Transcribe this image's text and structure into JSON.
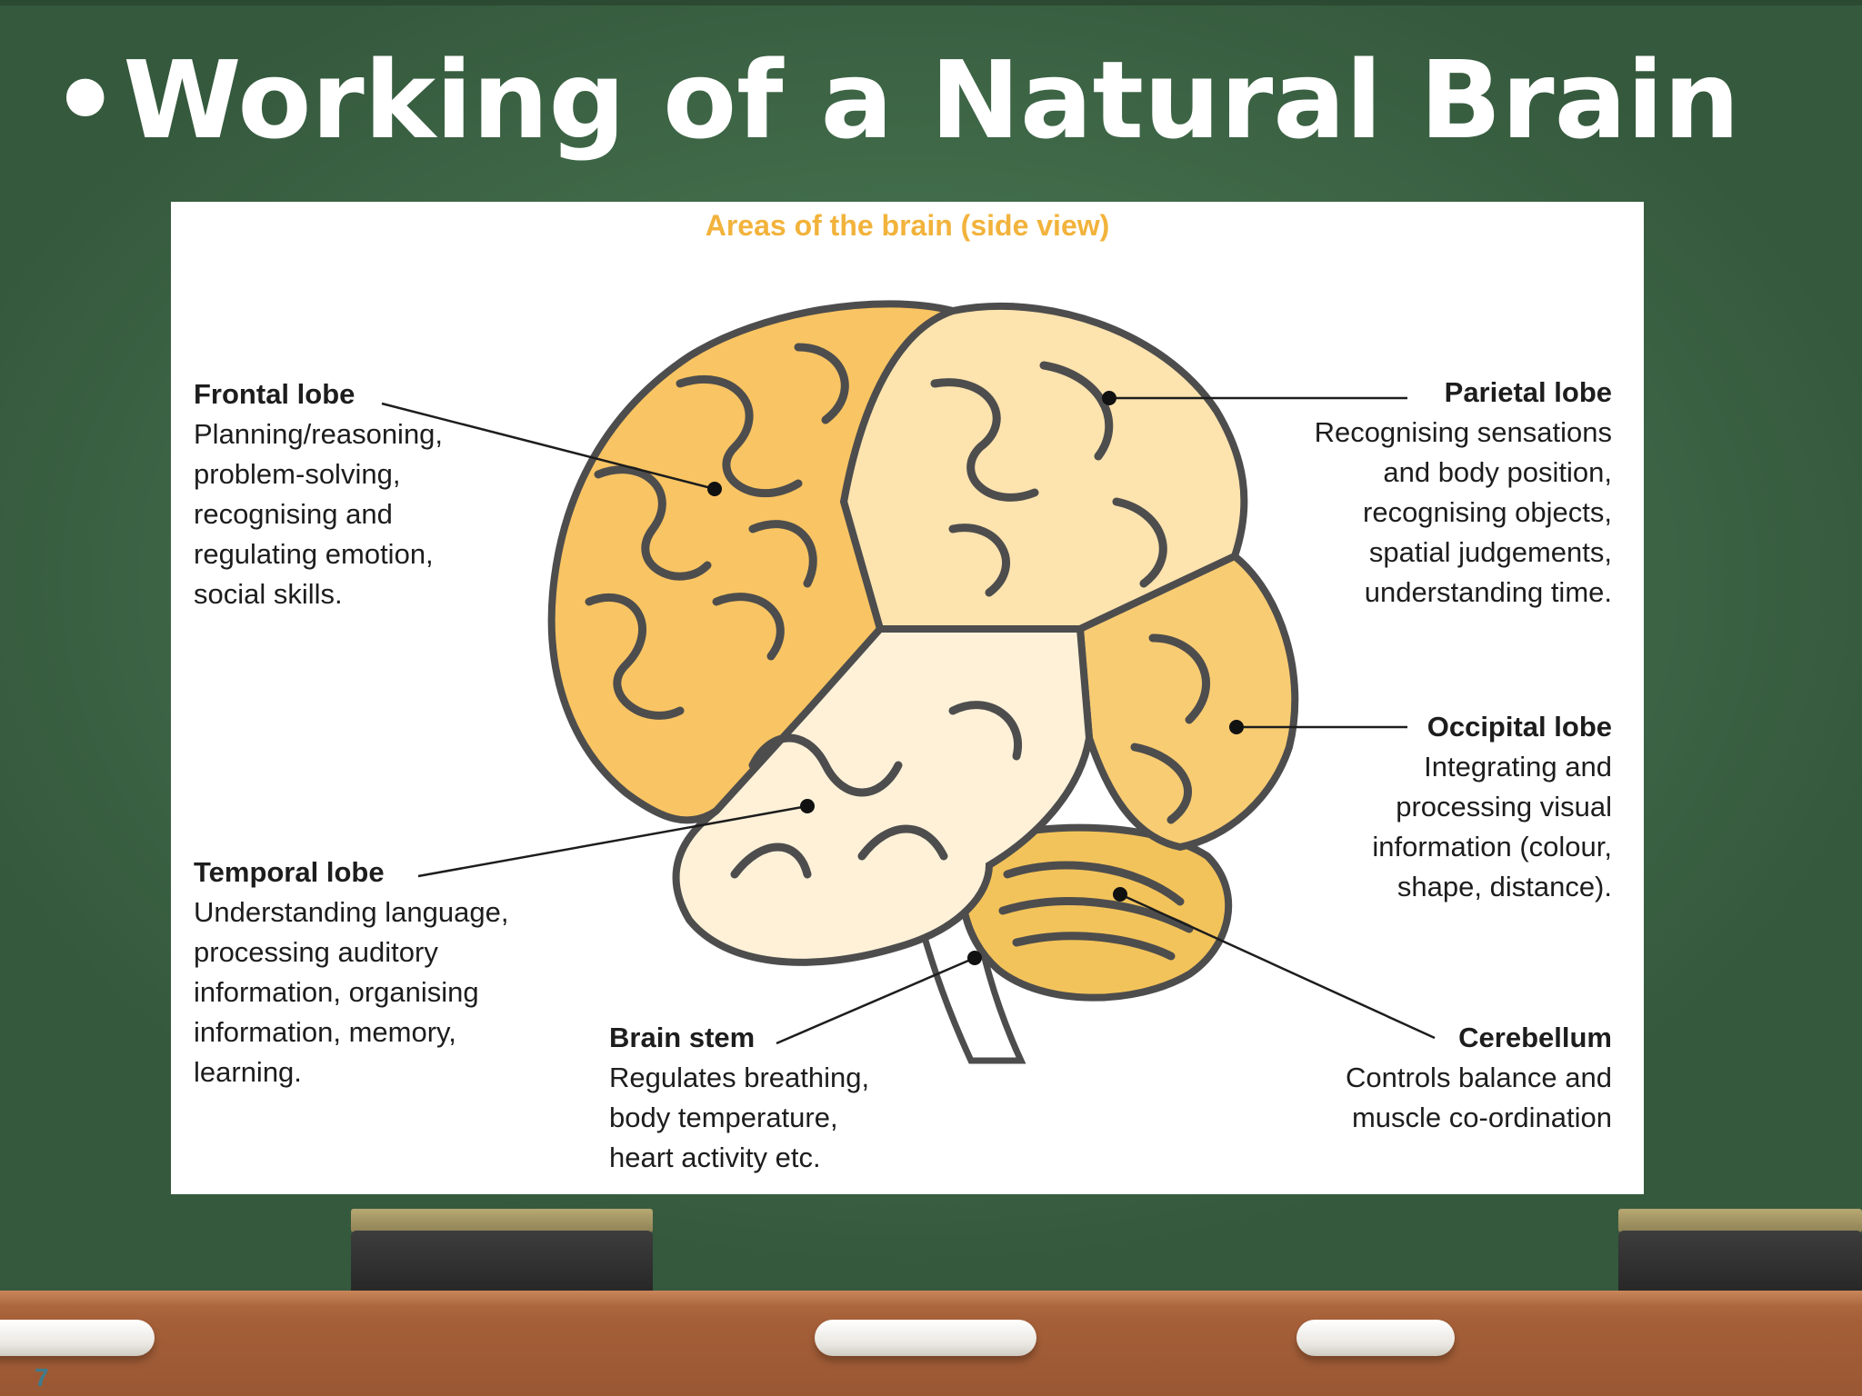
{
  "slide": {
    "bullet": "•",
    "title": "Working of a Natural Brain",
    "page_number": "7"
  },
  "diagram": {
    "caption": "Areas of the brain (side view)",
    "labels": {
      "frontal": {
        "name": "Frontal lobe",
        "desc": "Planning/reasoning,\nproblem-solving,\nrecognising and\nregulating emotion,\nsocial skills."
      },
      "parietal": {
        "name": "Parietal lobe",
        "desc": "Recognising sensations\nand body position,\nrecognising objects,\nspatial judgements,\nunderstanding time."
      },
      "occipital": {
        "name": "Occipital lobe",
        "desc": "Integrating and\nprocessing visual\ninformation (colour,\nshape, distance)."
      },
      "temporal": {
        "name": "Temporal lobe",
        "desc": "Understanding language,\nprocessing auditory\ninformation, organising\ninformation, memory,\nlearning."
      },
      "brainstem": {
        "name": "Brain stem",
        "desc": "Regulates breathing,\nbody temperature,\nheart activity etc."
      },
      "cerebellum": {
        "name": "Cerebellum",
        "desc": "Controls balance and\nmuscle co-ordination"
      }
    },
    "colors": {
      "frontal": "#f9c463",
      "parietal": "#fde3ae",
      "occipital": "#f8cc73",
      "temporal": "#fef1d8",
      "cerebellum": "#f3c35b",
      "outline": "#4d4d4d",
      "caption": "#f2b33c"
    }
  }
}
